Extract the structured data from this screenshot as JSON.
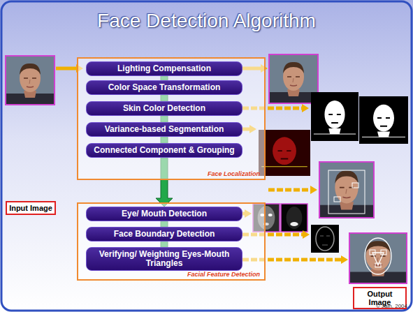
{
  "diagram": {
    "title": "Face Detection Algorithm",
    "nodes": [
      {
        "text": [
          "Input Image"
        ]
      },
      {
        "text": [
          "Face Localization"
        ]
      },
      {
        "text": [
          "Lighting Compensation"
        ],
        "in": 1
      },
      {
        "text": [
          "Color Space Transformation"
        ],
        "in": 1
      },
      {
        "text": [
          "Skin Color Detection"
        ],
        "in": 1
      },
      {
        "text": [
          "Variance-based Segmentation"
        ],
        "in": 1
      },
      {
        "text": [
          "Connected Component & Grouping"
        ],
        "in": 1
      },
      {
        "text": [
          "Facial Feature Detection"
        ]
      },
      {
        "text": [
          "Eye/ Mouth Detection"
        ],
        "in": 7
      },
      {
        "text": [
          "Face Boundary Detection"
        ],
        "in": 7
      },
      {
        "text": [
          "Verifying/ Weighting Eyes-Mouth Triangles"
        ],
        "in": 7
      },
      {
        "text": [
          "Output Image"
        ]
      }
    ],
    "edges": [
      {
        "from": 2,
        "to": 3,
        "arrow": "none"
      },
      {
        "from": 3,
        "to": 4,
        "arrow": "none"
      },
      {
        "from": 4,
        "to": 5,
        "arrow": "none"
      },
      {
        "from": 5,
        "to": 6,
        "arrow": "none"
      },
      {
        "from": 6,
        "to": 8,
        "arrow": "to"
      },
      {
        "from": 8,
        "to": 9,
        "arrow": "none"
      },
      {
        "from": 9,
        "to": 10,
        "arrow": "none"
      }
    ],
    "labels": [
      "© Jain, 2004"
    ]
  }
}
